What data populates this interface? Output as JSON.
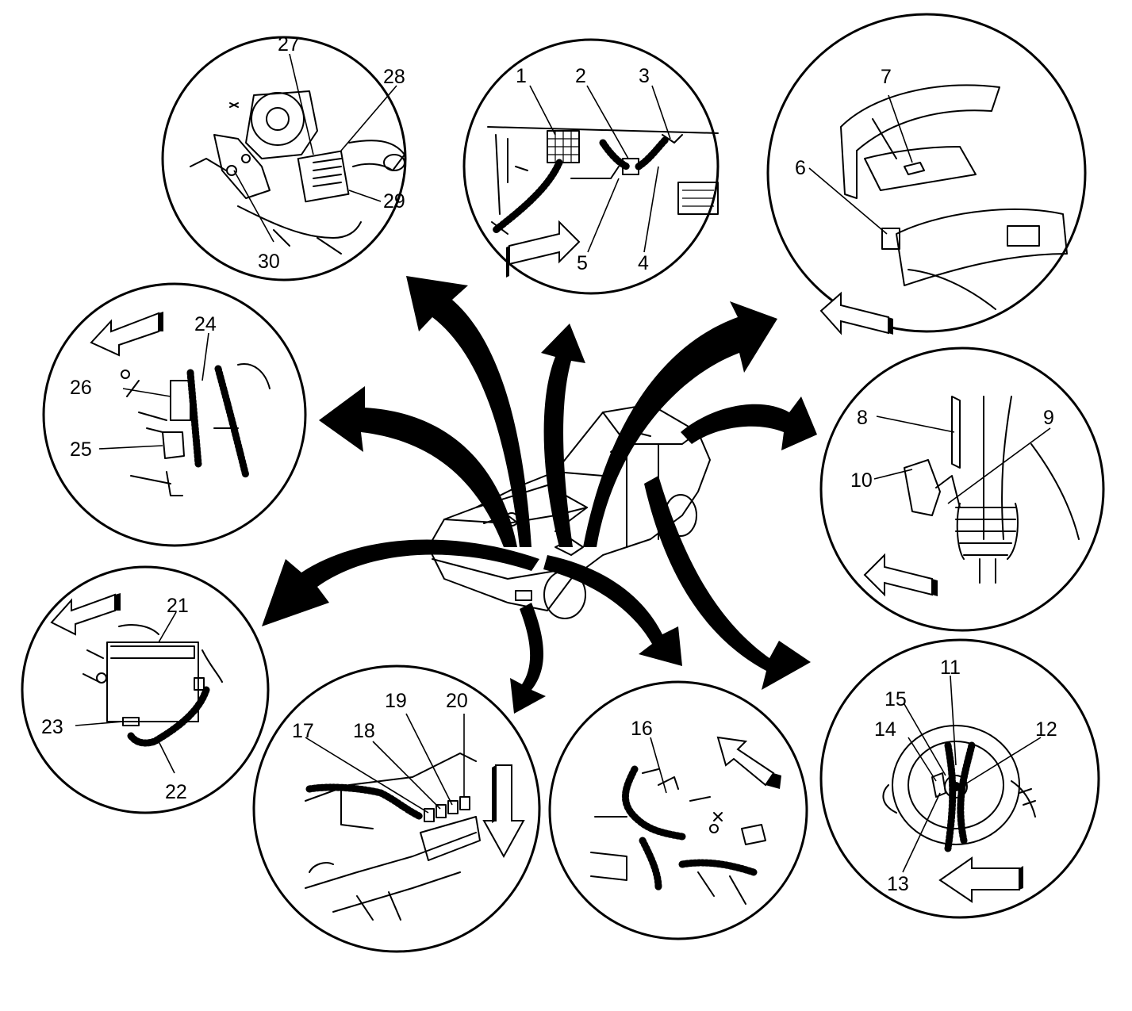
{
  "callouts": {
    "c1": "1",
    "c2": "2",
    "c3": "3",
    "c4": "4",
    "c5": "5",
    "c6": "6",
    "c7": "7",
    "c8": "8",
    "c9": "9",
    "c10": "10",
    "c11": "11",
    "c12": "12",
    "c13": "13",
    "c14": "14",
    "c15": "15",
    "c16": "16",
    "c17": "17",
    "c18": "18",
    "c19": "19",
    "c20": "20",
    "c21": "21",
    "c22": "22",
    "c23": "23",
    "c24": "24",
    "c25": "25",
    "c26": "26",
    "c27": "27",
    "c28": "28",
    "c29": "29",
    "c30": "30"
  },
  "colors": {
    "ink": "#000000",
    "paper": "#ffffff"
  }
}
